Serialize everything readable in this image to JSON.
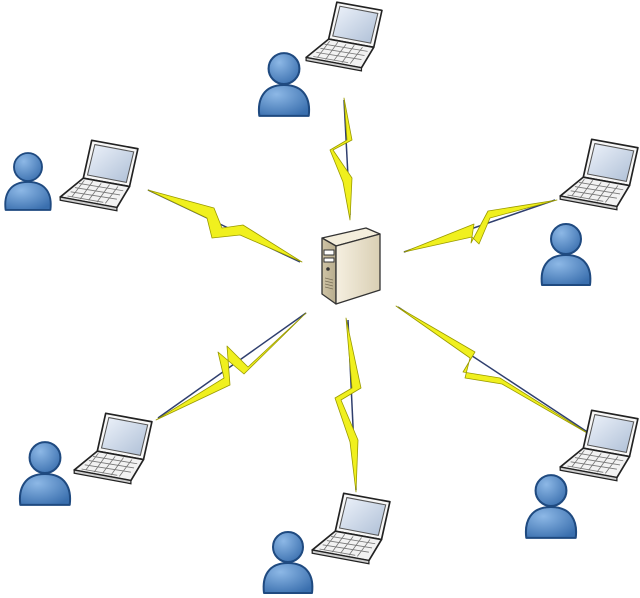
{
  "diagram": {
    "hub": {
      "icon": "server-tower-icon"
    },
    "clients": [
      {
        "id": "top",
        "icons": [
          "user-icon",
          "laptop-icon"
        ]
      },
      {
        "id": "upper-right",
        "icons": [
          "user-icon",
          "laptop-icon"
        ]
      },
      {
        "id": "lower-right",
        "icons": [
          "user-icon",
          "laptop-icon"
        ]
      },
      {
        "id": "bottom",
        "icons": [
          "user-icon",
          "laptop-icon"
        ]
      },
      {
        "id": "lower-left",
        "icons": [
          "user-icon",
          "laptop-icon"
        ]
      },
      {
        "id": "upper-left",
        "icons": [
          "user-icon",
          "laptop-icon"
        ]
      }
    ],
    "links": [
      {
        "from": "server",
        "to": "top",
        "style": "wireless-bolt"
      },
      {
        "from": "server",
        "to": "upper-right",
        "style": "wireless-bolt"
      },
      {
        "from": "server",
        "to": "lower-right",
        "style": "wireless-bolt"
      },
      {
        "from": "server",
        "to": "bottom",
        "style": "wireless-bolt"
      },
      {
        "from": "server",
        "to": "lower-left",
        "style": "wireless-bolt"
      },
      {
        "from": "server",
        "to": "upper-left",
        "style": "wireless-bolt"
      }
    ],
    "colors": {
      "bolt": "#f0f01e",
      "bolt_edge": "#9a9a00",
      "link_line": "#2f3f6e",
      "user_fill": "#4d86c6",
      "user_edge": "#1f4a80",
      "laptop_screen": "#d2dbe8",
      "server_body": "#ece4cf"
    }
  }
}
